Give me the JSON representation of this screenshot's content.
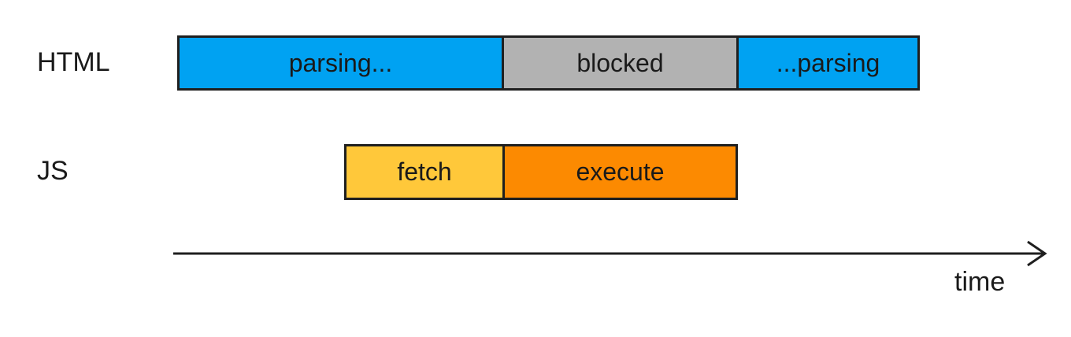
{
  "rows": [
    {
      "label": "HTML",
      "segments": [
        {
          "label": "parsing...",
          "color": "#00a2f2"
        },
        {
          "label": "blocked",
          "color": "#b2b2b2"
        },
        {
          "label": "...parsing",
          "color": "#00a2f2"
        }
      ]
    },
    {
      "label": "JS",
      "segments": [
        {
          "label": "fetch",
          "color": "#ffc83a"
        },
        {
          "label": "execute",
          "color": "#fc8a01"
        }
      ]
    }
  ],
  "axis": {
    "label": "time"
  },
  "colors": {
    "parsing": "#00a2f2",
    "blocked": "#b2b2b2",
    "fetch": "#ffc83a",
    "execute": "#fc8a01",
    "outline": "#1f1f1f",
    "text": "#1a1a1a",
    "background": "#ffffff"
  }
}
